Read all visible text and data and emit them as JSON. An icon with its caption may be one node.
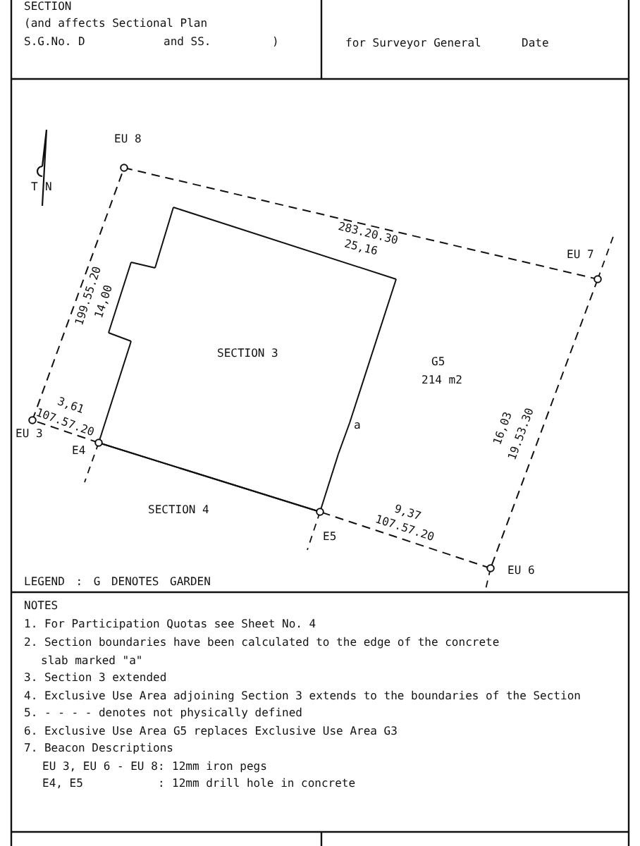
{
  "diagram": {
    "nodes": [
      {
        "text": [
          "G5",
          "214 m2"
        ]
      },
      {
        "text": [
          "SECTION 3"
        ],
        "in": 0
      }
    ],
    "labels": [
      "SECTION",
      "(and affects Sectional Plan",
      "S.G.No. D",
      "and SS.",
      ")",
      "for Surveyor General",
      "Date",
      "T",
      "N",
      "EU 8",
      "283.20.30",
      "25,16",
      "EU 7",
      "199.55.20",
      "14,00",
      "3,61",
      "107.57.20",
      "EU 3",
      "E4",
      "a",
      "16,03",
      "19.53.30",
      "SECTION 4",
      "9,37",
      "107.57.20",
      "E5",
      "EU 6",
      "LEGEND : G DENOTES GARDEN",
      "NOTES",
      "1. For Participation Quotas see Sheet No. 4",
      "2. Section boundaries have been calculated to the edge of the concrete slab marked \"a\"",
      "3. Section 3 extended",
      "4. Exclusive Use Area adjoining Section 3 extends to the boundaries of the Section",
      "5. - - - - denotes not physically defined",
      "6. Exclusive Use Area G5 replaces Exclusive Use Area G3",
      "7. Beacon Descriptions",
      "EU 3, EU 6 - EU 8",
      ":",
      "12mm iron pegs",
      "E4, E5",
      ":",
      "12mm drill hole in concrete"
    ]
  }
}
